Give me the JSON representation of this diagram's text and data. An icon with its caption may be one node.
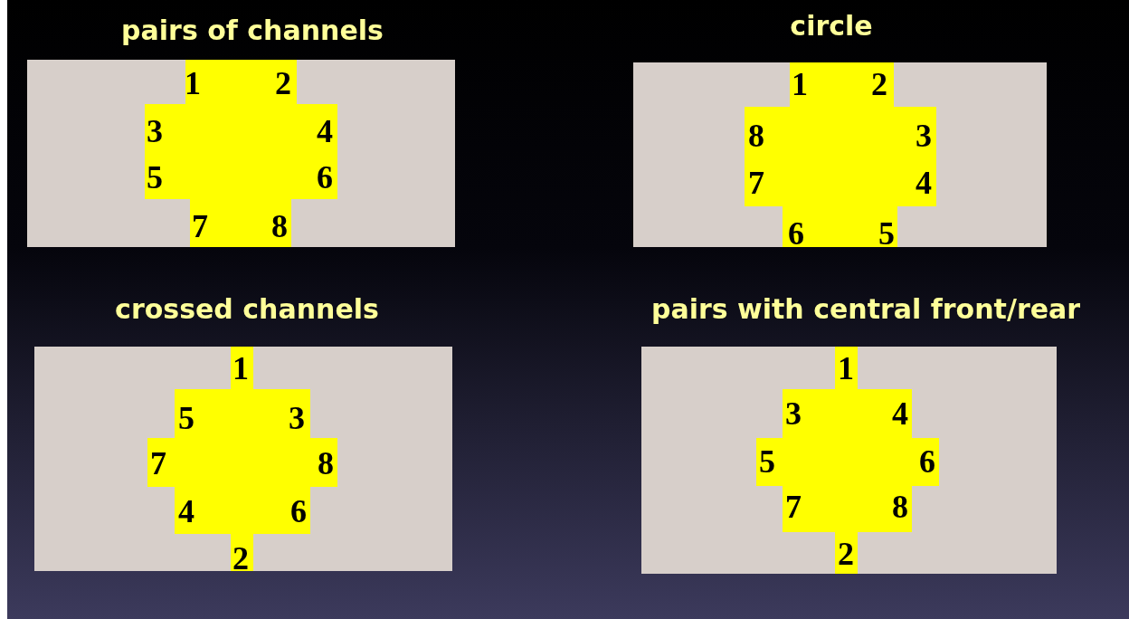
{
  "diagram": {
    "nodes": [
      {
        "text": [
          "pairs of channels"
        ]
      },
      {
        "text": [
          "1",
          "2",
          "3",
          "4",
          "5",
          "6",
          "7",
          "8"
        ],
        "in": 0
      },
      {
        "text": [
          "circle"
        ]
      },
      {
        "text": [
          "1",
          "2",
          "8",
          "3",
          "7",
          "4",
          "6",
          "5"
        ],
        "in": 2
      },
      {
        "text": [
          "crossed channels"
        ]
      },
      {
        "text": [
          "1",
          "5",
          "3",
          "7",
          "8",
          "4",
          "6",
          "2"
        ],
        "in": 4
      },
      {
        "text": [
          "pairs with central front/rear"
        ]
      },
      {
        "text": [
          "1",
          "3",
          "4",
          "5",
          "6",
          "7",
          "8",
          "2"
        ],
        "in": 6
      }
    ]
  }
}
